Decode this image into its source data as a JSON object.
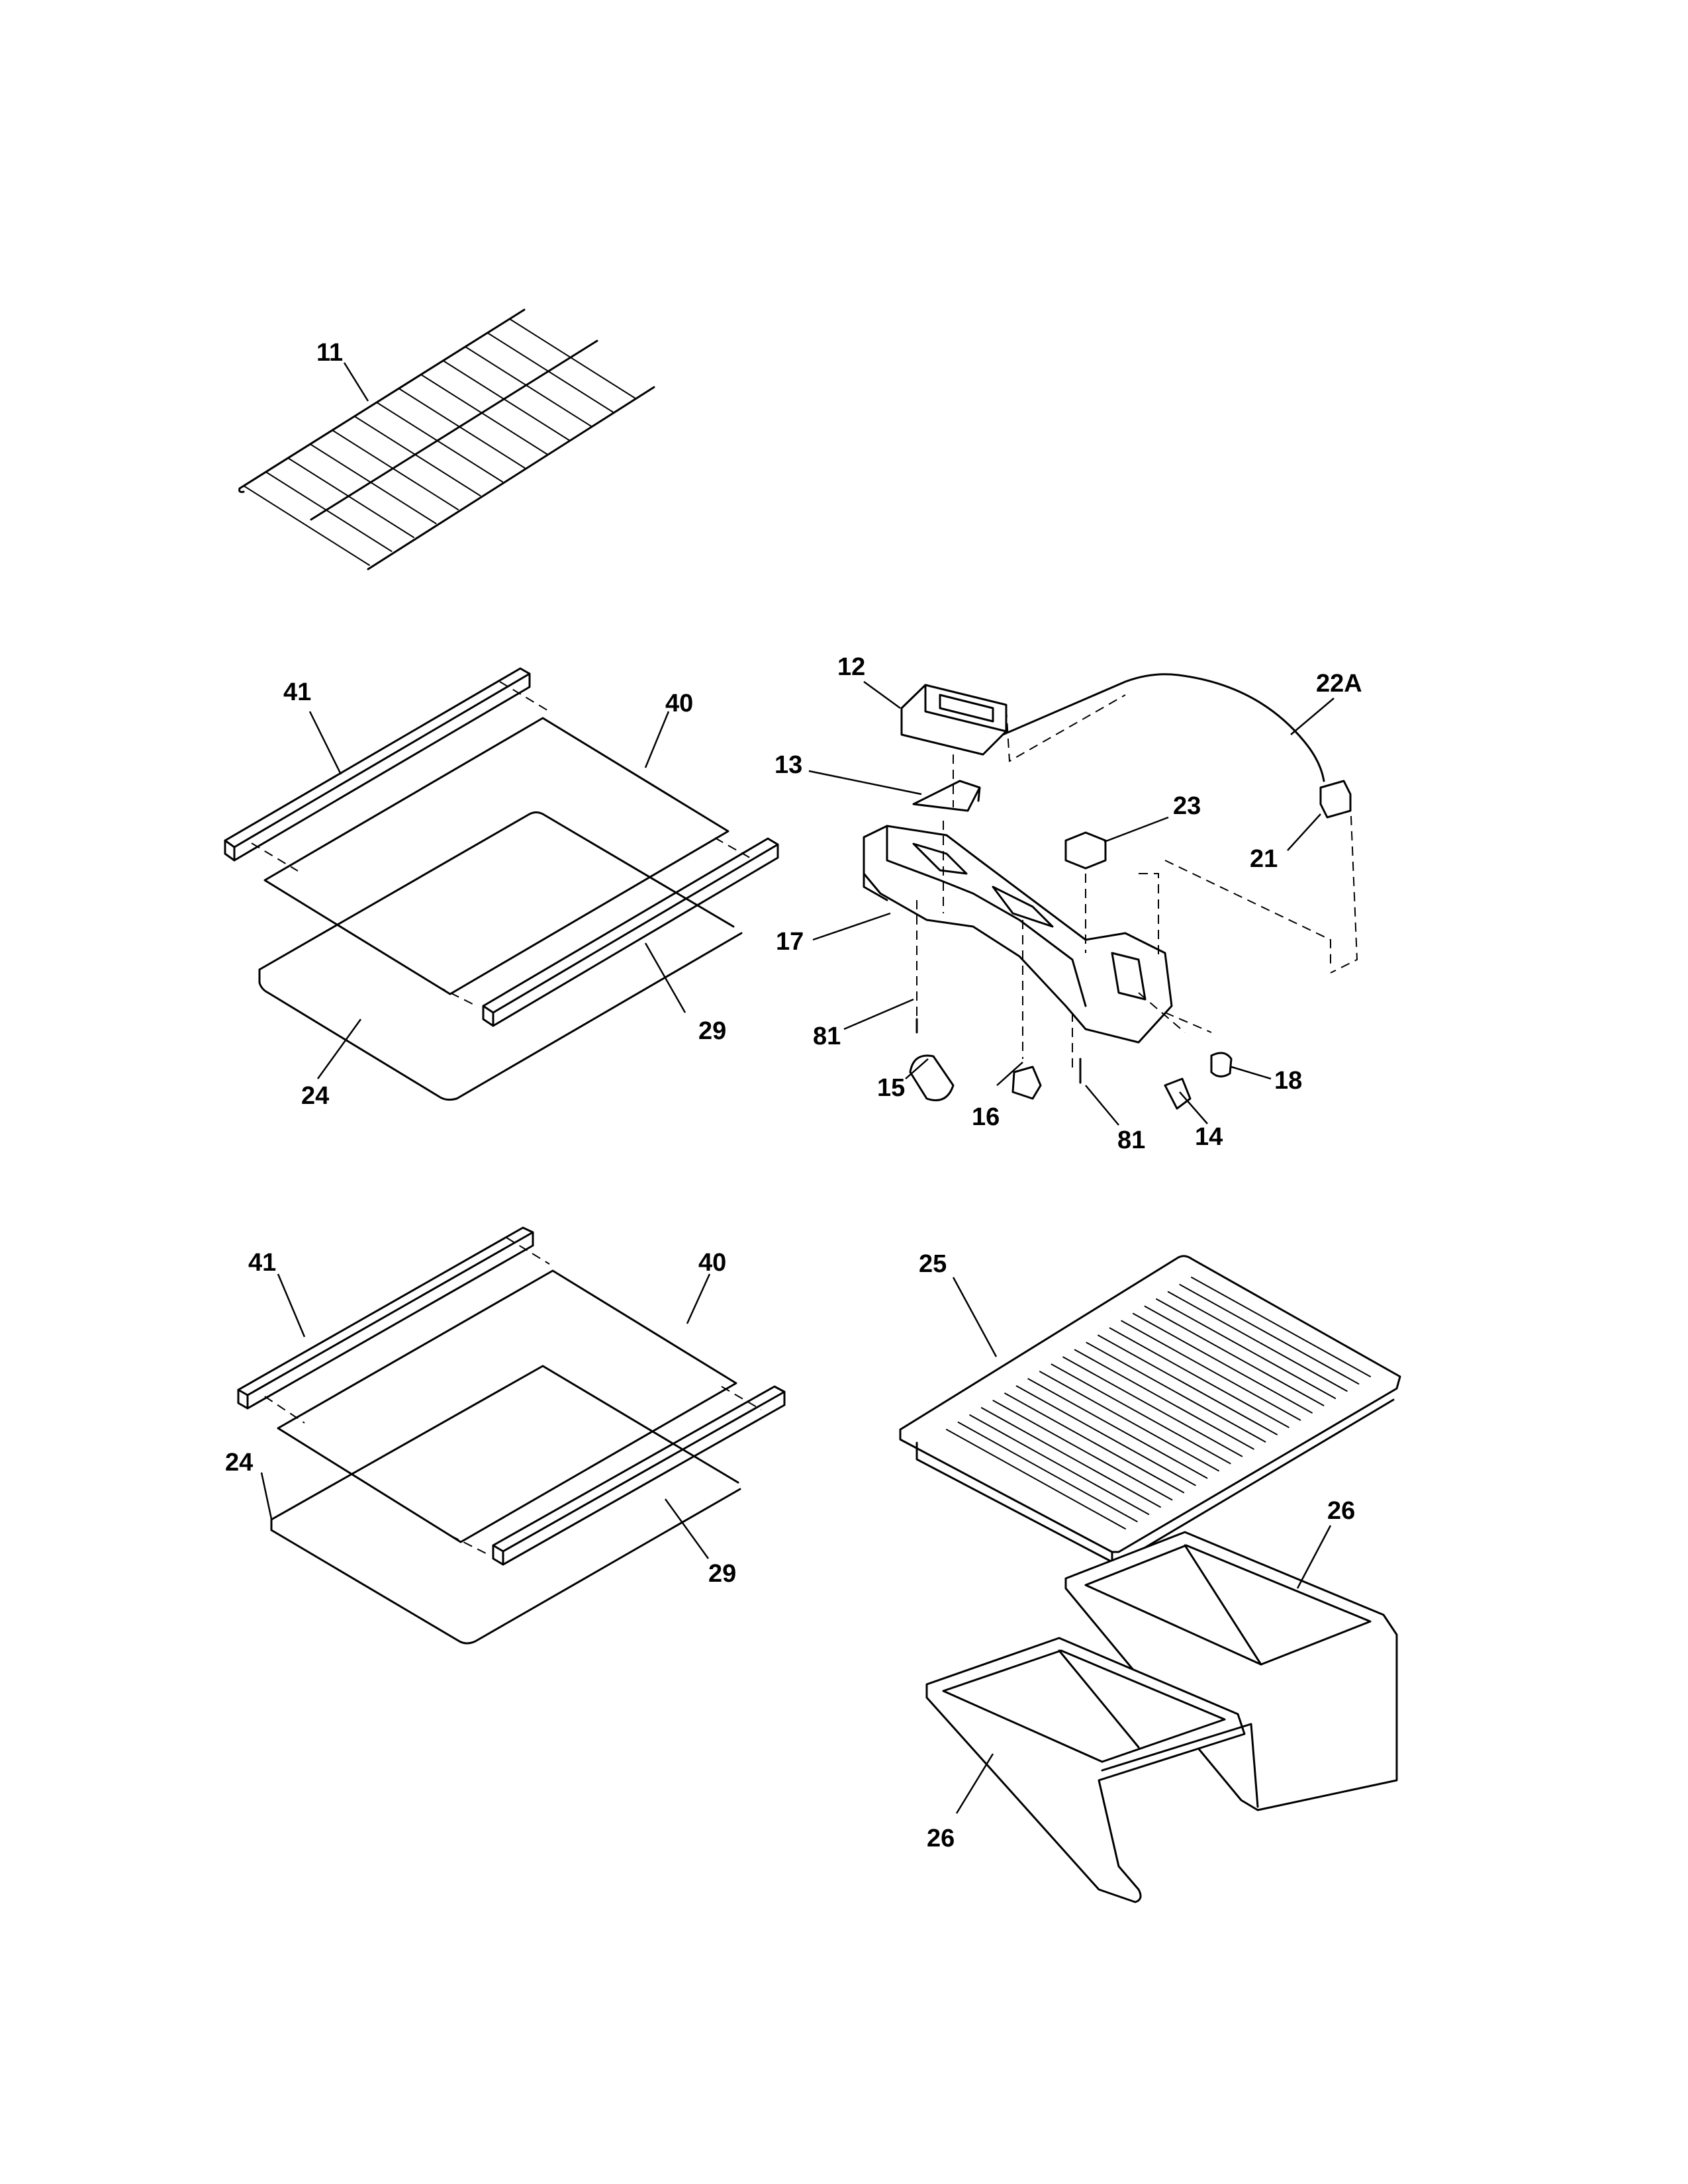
{
  "callouts": {
    "p11": "11",
    "p12": "12",
    "p13": "13",
    "p22a": "22A",
    "p23": "23",
    "p21": "21",
    "p17": "17",
    "p81a": "81",
    "p15": "15",
    "p16": "16",
    "p81b": "81",
    "p14": "14",
    "p18": "18",
    "p41a": "41",
    "p40a": "40",
    "p29a": "29",
    "p24a": "24",
    "p41b": "41",
    "p40b": "40",
    "p24b": "24",
    "p29b": "29",
    "p25": "25",
    "p26a": "26",
    "p26b": "26"
  }
}
